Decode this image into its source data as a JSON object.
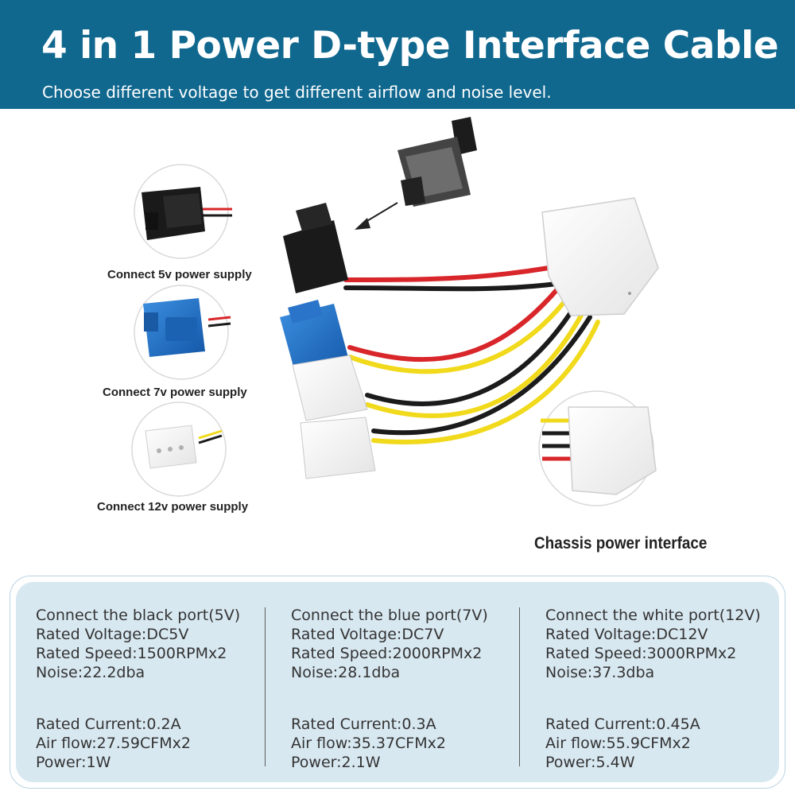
{
  "header": {
    "title": "4 in 1 Power D-type Interface Cable",
    "subtitle": "Choose different voltage to get different airflow and noise level."
  },
  "captions": {
    "black": "Connect 5v power supply",
    "blue": "Connect 7v power supply",
    "white": "Connect 12v power supply",
    "chassis": "Chassis power interface"
  },
  "colors": {
    "banner": "#11688f",
    "panel": "#d8e8f1",
    "wire_red": "#d8262a",
    "wire_black": "#1b1b1b",
    "wire_yellow": "#f1d91c",
    "connector_blue": "#1f73c6",
    "connector_white": "#f7f7f7",
    "connector_black": "#1a1a1a"
  },
  "specs": [
    {
      "heading": "Connect the black port(5V)",
      "voltage": "Rated Voltage:DC5V",
      "speed": "Rated Speed:1500RPMx2",
      "noise": "Noise:22.2dba",
      "current": "Rated Current:0.2A",
      "airflow": "Air flow:27.59CFMx2",
      "power": "Power:1W"
    },
    {
      "heading": "Connect the blue port(7V)",
      "voltage": "Rated Voltage:DC7V",
      "speed": "Rated Speed:2000RPMx2",
      "noise": "Noise:28.1dba",
      "current": "Rated Current:0.3A",
      "airflow": "Air flow:35.37CFMx2",
      "power": "Power:2.1W"
    },
    {
      "heading": "Connect the white port(12V)",
      "voltage": "Rated Voltage:DC12V",
      "speed": "Rated Speed:3000RPMx2",
      "noise": "Noise:37.3dba",
      "current": "Rated Current:0.45A",
      "airflow": "Air flow:55.9CFMx2",
      "power": "Power:5.4W"
    }
  ]
}
